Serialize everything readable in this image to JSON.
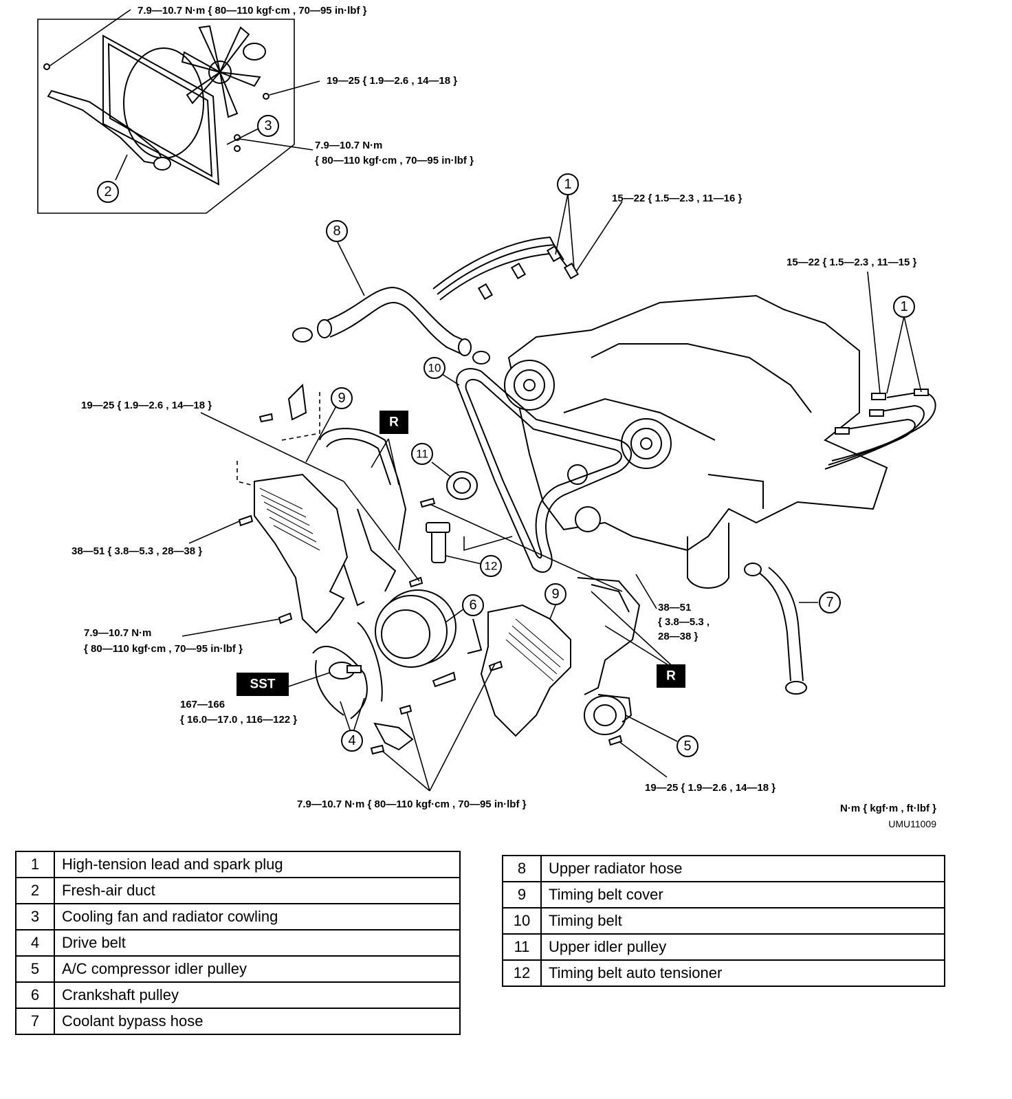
{
  "torque_specs": [
    "7.9—10.7 N·m { 80—110 kgf·cm , 70—95 in·lbf }",
    "19—25 { 1.9—2.6 , 14—18 }",
    "7.9—10.7 N·m",
    "{ 80—110 kgf·cm , 70—95 in·lbf }",
    "15—22 { 1.5—2.3 , 11—16 }",
    "15—22 { 1.5—2.3 , 11—15 }",
    "19—25 { 1.9—2.6 , 14—18 }",
    "38—51 { 3.8—5.3 , 28—38 }",
    "7.9—10.7 N·m",
    "{ 80—110 kgf·cm , 70—95 in·lbf }",
    "167—166",
    "{ 16.0—17.0 , 116—122 }",
    "38—51",
    "{ 3.8—5.3 ,",
    "28—38 }",
    "19—25 { 1.9—2.6 , 14—18 }",
    "7.9—10.7 N·m { 80—110 kgf·cm , 70—95 in·lbf }"
  ],
  "callouts": [
    "1",
    "2",
    "3",
    "8",
    "1",
    "10",
    "9",
    "11",
    "12",
    "6",
    "9",
    "7",
    "4",
    "5"
  ],
  "badges": {
    "replace": "R",
    "sst": "SST"
  },
  "units_note": "N·m { kgf·m , ft·lbf }",
  "figure_code": "UMU11009",
  "legend_left": [
    {
      "no": "1",
      "label": "High-tension lead and spark plug"
    },
    {
      "no": "2",
      "label": "Fresh-air duct"
    },
    {
      "no": "3",
      "label": "Cooling fan and radiator cowling"
    },
    {
      "no": "4",
      "label": "Drive belt"
    },
    {
      "no": "5",
      "label": "A/C compressor idler pulley"
    },
    {
      "no": "6",
      "label": "Crankshaft pulley"
    },
    {
      "no": "7",
      "label": "Coolant bypass hose"
    }
  ],
  "legend_right": [
    {
      "no": "8",
      "label": "Upper radiator hose"
    },
    {
      "no": "9",
      "label": "Timing belt cover"
    },
    {
      "no": "10",
      "label": "Timing belt"
    },
    {
      "no": "11",
      "label": "Upper idler pulley"
    },
    {
      "no": "12",
      "label": "Timing belt auto tensioner"
    }
  ]
}
